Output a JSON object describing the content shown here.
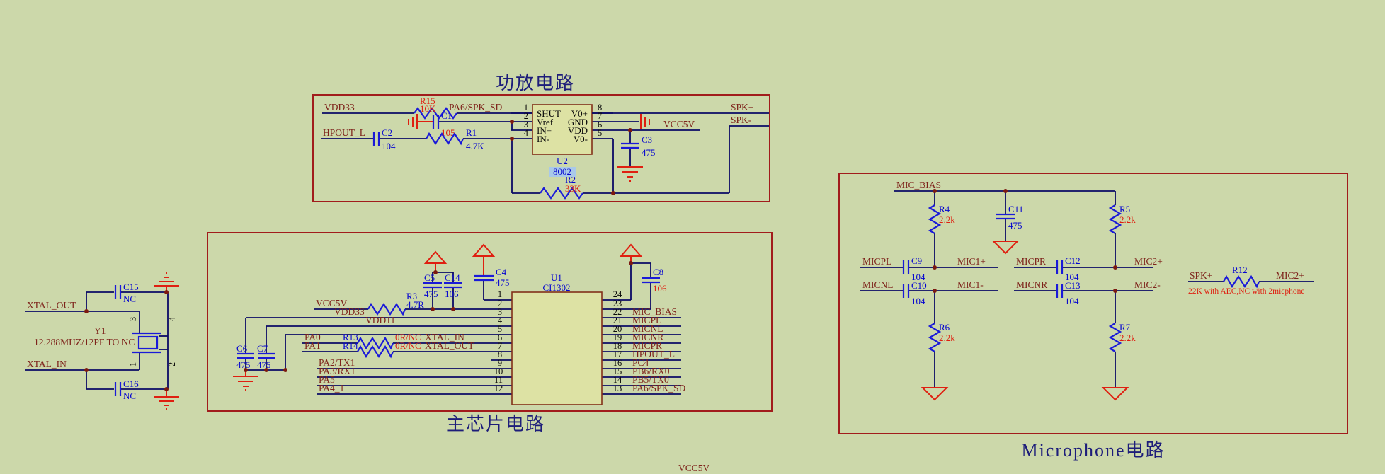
{
  "titles": {
    "amp": "功放电路",
    "main": "主芯片电路",
    "mic": "Microphone电路"
  },
  "amp": {
    "vdd33": "VDD33",
    "pa6": "PA6/SPK_SD",
    "hpout": "HPOUT_L",
    "vcc5v": "VCC5V",
    "spk_plus": "SPK+",
    "spk_minus": "SPK-",
    "r15": {
      "ref": "R15",
      "val": "10K"
    },
    "c1": {
      "ref": "C1",
      "val": "105"
    },
    "c2": {
      "ref": "C2",
      "val": "104"
    },
    "r1": {
      "ref": "R1",
      "val": "4.7K"
    },
    "r2": {
      "ref": "R2",
      "val": "33K"
    },
    "c3": {
      "ref": "C3",
      "val": "475"
    },
    "u2": {
      "ref": "U2",
      "part": "8002",
      "pins_left": [
        {
          "n": "1",
          "name": "SHUT"
        },
        {
          "n": "2",
          "name": "Vref"
        },
        {
          "n": "3",
          "name": "IN+"
        },
        {
          "n": "4",
          "name": "IN-"
        }
      ],
      "pins_right": [
        {
          "n": "8",
          "name": "V0+"
        },
        {
          "n": "7",
          "name": "GND"
        },
        {
          "n": "6",
          "name": "VDD"
        },
        {
          "n": "5",
          "name": "V0-"
        }
      ]
    }
  },
  "main": {
    "u1": {
      "ref": "U1",
      "part": "CI1302",
      "pins_left": [
        "1",
        "2",
        "3",
        "4",
        "5",
        "6",
        "7",
        "8",
        "9",
        "10",
        "11",
        "12"
      ],
      "pins_right": [
        "24",
        "23",
        "22",
        "21",
        "20",
        "19",
        "18",
        "17",
        "16",
        "15",
        "14",
        "13"
      ],
      "right_nets": [
        "MIC_BIAS",
        "MICPL",
        "MICNL",
        "MICNR",
        "MICPR",
        "HPOUT_L",
        "PC4",
        "PB6/RX0",
        "PB5/TX0",
        "PA6/SPK_SD"
      ]
    },
    "vcc5v": "VCC5V",
    "vdd33": "VDD33",
    "vdd11": "VDD11",
    "pa0": "PA0",
    "pa1": "PA1",
    "pa2": "PA2/TX1",
    "pa3": "PA3/RX1",
    "pa5": "PA5",
    "pa4": "PA4_1",
    "r3": {
      "ref": "R3",
      "val": "4.7R"
    },
    "r13": {
      "ref": "R13",
      "val": "0R/NC",
      "net": "XTAL_IN"
    },
    "r14": {
      "ref": "R14",
      "val": "0R/NC",
      "net": "XTAL_OUT"
    },
    "c4": {
      "ref": "C4",
      "val": "475"
    },
    "c5": {
      "ref": "C5",
      "val": "475"
    },
    "c14": {
      "ref": "C14",
      "val": "106"
    },
    "c6": {
      "ref": "C6",
      "val": "475"
    },
    "c7": {
      "ref": "C7",
      "val": "475"
    },
    "c8": {
      "ref": "C8",
      "val": "106"
    }
  },
  "mic": {
    "mic_bias": "MIC_BIAS",
    "micpl": "MICPL",
    "micnl": "MICNL",
    "micpr": "MICPR",
    "micnr": "MICNR",
    "mic1_plus": "MIC1+",
    "mic1_minus": "MIC1-",
    "mic2_plus": "MIC2+",
    "mic2_minus": "MIC2-",
    "spk_plus": "SPK+",
    "mic2_plus_b": "MIC2+",
    "r4": {
      "ref": "R4",
      "val": "2.2k"
    },
    "r5": {
      "ref": "R5",
      "val": "2.2k"
    },
    "r6": {
      "ref": "R6",
      "val": "2.2k"
    },
    "r7": {
      "ref": "R7",
      "val": "2.2k"
    },
    "r12": {
      "ref": "R12"
    },
    "c9": {
      "ref": "C9",
      "val": "104"
    },
    "c10": {
      "ref": "C10",
      "val": "104"
    },
    "c11": {
      "ref": "C11",
      "val": "475"
    },
    "c12": {
      "ref": "C12",
      "val": "104"
    },
    "c13": {
      "ref": "C13",
      "val": "104"
    },
    "note": "22K with AEC,NC with 2micphone"
  },
  "xtal": {
    "xtal_out": "XTAL_OUT",
    "xtal_in": "XTAL_IN",
    "y1": {
      "ref": "Y1",
      "val": "12.288MHZ/12PF TO NC",
      "pin3": "3",
      "pin4": "4",
      "pin1": "1",
      "pin2": "2"
    },
    "c15": {
      "ref": "C15",
      "val": "NC"
    },
    "c16": {
      "ref": "C16",
      "val": "NC"
    }
  },
  "bottom": {
    "vcc5v": "VCC5V"
  },
  "colors": {
    "background": "#ccd8aa",
    "box_border": "#a11c1c",
    "wire": "#0a0a66",
    "glyph_blue": "#1a1ad8",
    "net_text": "#7e231b",
    "designator_text": "#0404d0",
    "value_red": "#df1f10",
    "title_text": "#1d1d7a",
    "chip_fill": "#dde2a4",
    "chip_border": "#823019",
    "symbol_red": "#df1f10",
    "junction": "#7c1a10",
    "selection_highlight": "#a9c9e9"
  }
}
